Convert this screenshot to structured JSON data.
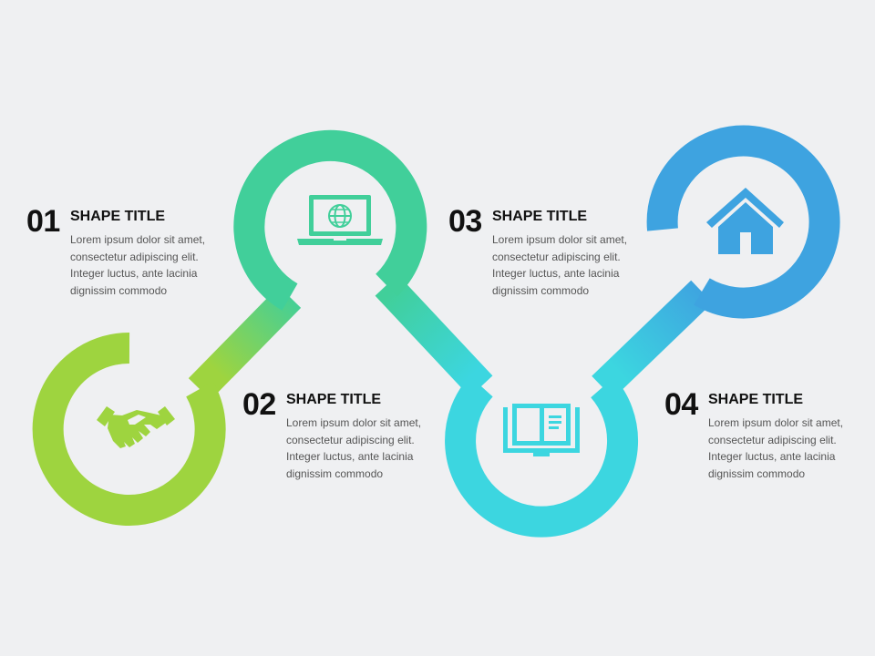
{
  "colors": {
    "background": "#eff0f2",
    "green": "#9ed43f",
    "teal_green": "#41cf9a",
    "cyan": "#3cd6e0",
    "blue": "#3ea3e0",
    "text_dark": "#111111",
    "text_body": "#555555"
  },
  "steps": [
    {
      "number": "01",
      "title": "SHAPE TITLE",
      "lines": [
        "Lorem ipsum dolor sit amet,",
        "consectetur adipiscing elit.",
        "Integer luctus, ante lacinia",
        "dignissim commodo"
      ],
      "icon": "laptop-globe-icon",
      "color": "#41cf9a"
    },
    {
      "number": "02",
      "title": "SHAPE TITLE",
      "lines": [
        "Lorem ipsum dolor sit amet,",
        "consectetur adipiscing elit.",
        "Integer luctus, ante lacinia",
        "dignissim commodo"
      ],
      "icon": "handshake-icon",
      "color": "#9ed43f"
    },
    {
      "number": "03",
      "title": "SHAPE TITLE",
      "lines": [
        "Lorem ipsum dolor sit amet,",
        "consectetur adipiscing elit.",
        "Integer luctus, ante lacinia",
        "dignissim commodo"
      ],
      "icon": "open-book-icon",
      "color": "#3cd6e0"
    },
    {
      "number": "04",
      "title": "SHAPE TITLE",
      "lines": [
        "Lorem ipsum dolor sit amet,",
        "consectetur adipiscing elit.",
        "Integer luctus, ante lacinia",
        "dignissim commodo"
      ],
      "icon": "home-icon",
      "color": "#3ea3e0"
    }
  ]
}
